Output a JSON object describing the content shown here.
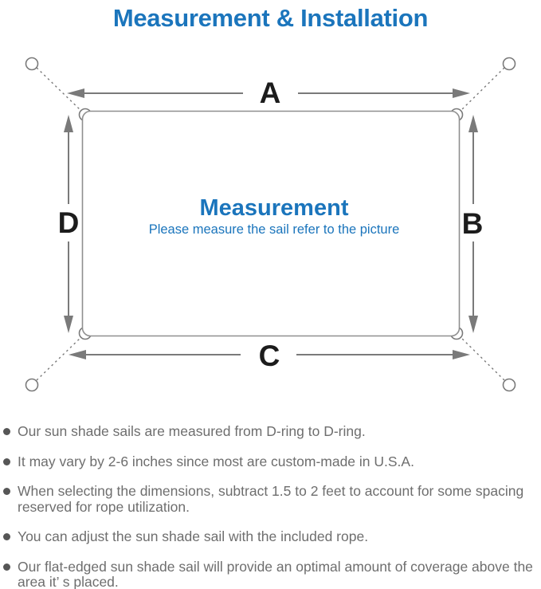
{
  "header": {
    "title": "Measurement & Installation"
  },
  "diagram": {
    "label_a": "A",
    "label_b": "B",
    "label_c": "C",
    "label_d": "D",
    "center_heading": "Measurement",
    "center_subheading": "Please measure the sail refer to the picture"
  },
  "notes": {
    "items": [
      "Our sun shade sails are measured from D-ring to D-ring.",
      "It may vary by 2-6 inches since most are custom-made in U.S.A.",
      "When selecting the dimensions, subtract 1.5 to 2 feet to account for some spacing reserved for rope utilization.",
      "You can adjust the sun shade sail with the included rope.",
      "Our flat-edged sun shade sail will provide an optimal amount of coverage above the area it’ s placed."
    ]
  },
  "colors": {
    "accent_blue": "#1b75bc",
    "line_gray": "#7a7a7a",
    "label_black": "#1c1c1c",
    "note_text_gray": "#6e6e6e"
  }
}
